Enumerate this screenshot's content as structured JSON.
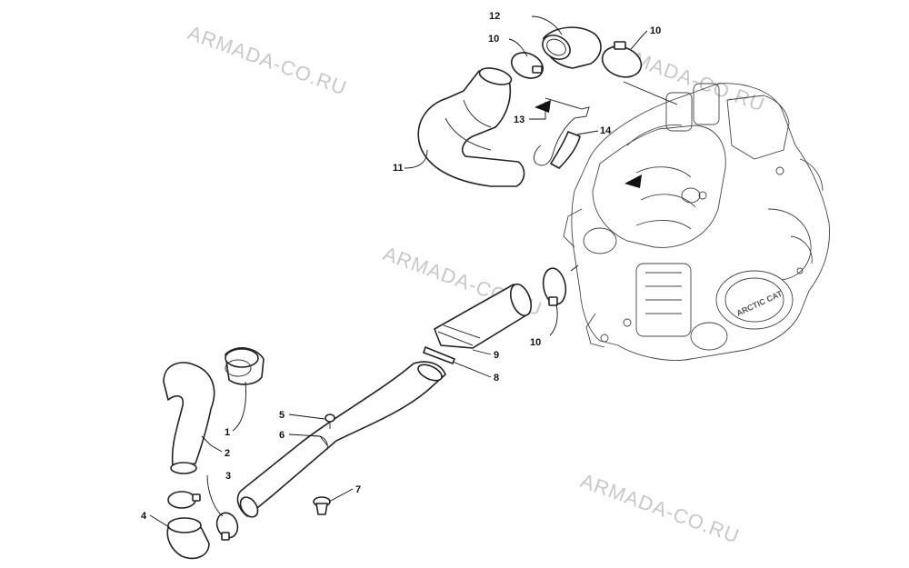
{
  "watermarks": [
    "ARMADA-CO.RU",
    "ARMADA-CO.RU",
    "ARMADA-CO.RU",
    "ARMADA-CO.RU"
  ],
  "callouts": {
    "c1": "1",
    "c2": "2",
    "c3": "3",
    "c4": "4",
    "c5": "5",
    "c6": "6",
    "c7": "7",
    "c8": "8",
    "c9": "9",
    "c10a": "10",
    "c10b": "10",
    "c10c": "10",
    "c11": "11",
    "c12": "12",
    "c13": "13",
    "c14": "14"
  },
  "engine": {
    "logo": "ARCTIC CAT"
  }
}
